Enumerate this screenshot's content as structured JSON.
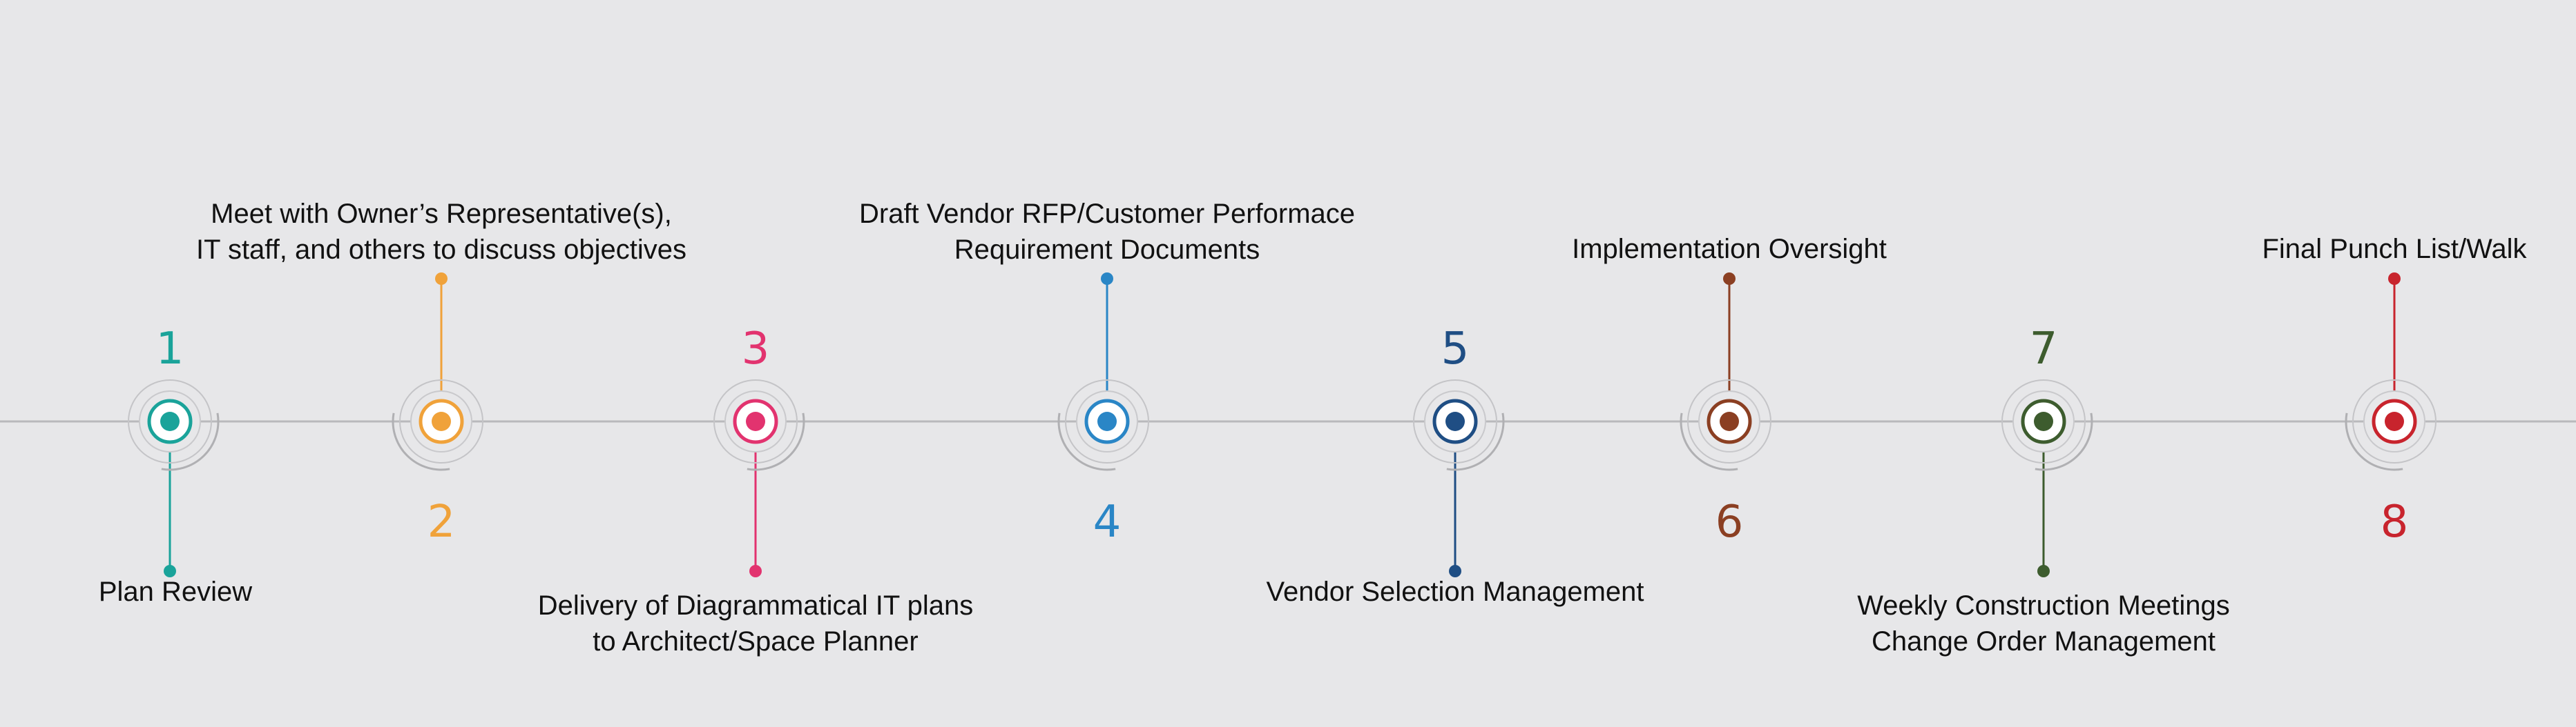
{
  "steps": [
    {
      "number": "1",
      "color": "#1aa39a",
      "label_lines": [
        "Plan Review"
      ],
      "text_side": "below"
    },
    {
      "number": "2",
      "color": "#f0a23a",
      "label_lines": [
        "Meet with Owner’s Representative(s),",
        "IT staff, and others to discuss objectives"
      ],
      "text_side": "above"
    },
    {
      "number": "3",
      "color": "#e2336f",
      "label_lines": [
        "Delivery of Diagrammatical IT plans",
        "to Architect/Space Planner"
      ],
      "text_side": "below"
    },
    {
      "number": "4",
      "color": "#2a86c6",
      "label_lines": [
        "Draft Vendor RFP/Customer Performace",
        "Requirement Documents"
      ],
      "text_side": "above"
    },
    {
      "number": "5",
      "color": "#1f4e84",
      "label_lines": [
        "Vendor Selection Management"
      ],
      "text_side": "below"
    },
    {
      "number": "6",
      "color": "#8b3f22",
      "label_lines": [
        "Implementation Oversight"
      ],
      "text_side": "above"
    },
    {
      "number": "7",
      "color": "#3d5c2e",
      "label_lines": [
        "Weekly Construction Meetings",
        "Change Order Management"
      ],
      "text_side": "below"
    },
    {
      "number": "8",
      "color": "#c8242d",
      "label_lines": [
        "Final Punch List/Walk"
      ],
      "text_side": "above"
    }
  ]
}
